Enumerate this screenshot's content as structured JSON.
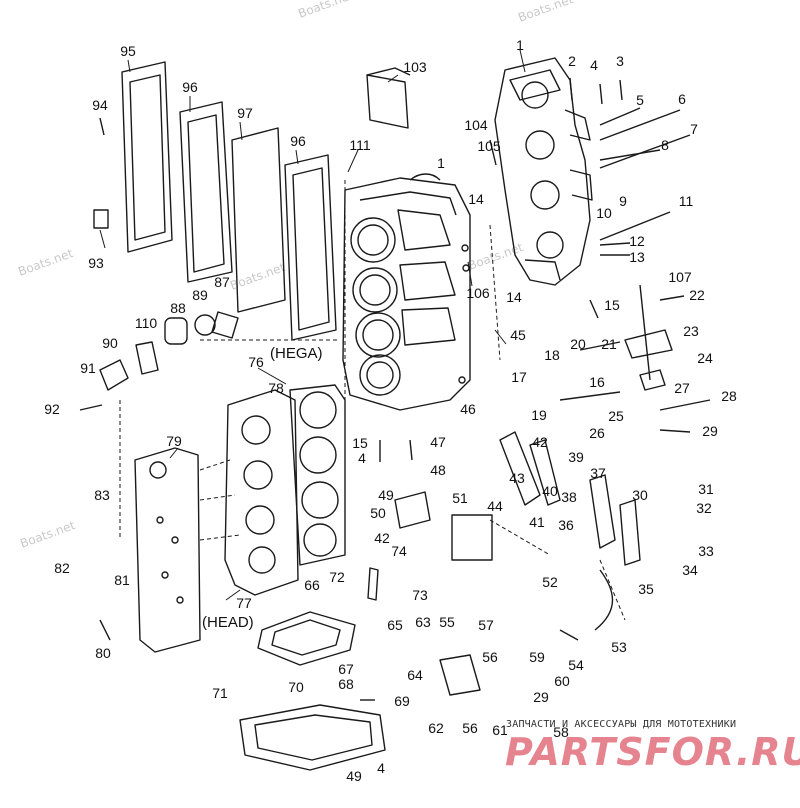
{
  "watermarks": [
    "Boats.net",
    "Boats.net",
    "Boats.net",
    "Boats.net",
    "Boats.net",
    "Boats.net"
  ],
  "brand": {
    "caption": "ЗАПЧАСТИ И АКСЕССУАРЫ ДЛЯ МОТОТЕХНИКИ",
    "logo": "PARTSFOR.RU"
  },
  "words": {
    "hega": "(HEGA)",
    "head": "(HEAD)"
  },
  "callouts": [
    "1",
    "2",
    "4",
    "3",
    "5",
    "6",
    "7",
    "8",
    "9",
    "10",
    "11",
    "12",
    "13",
    "14",
    "15",
    "1",
    "14",
    "106",
    "45",
    "103",
    "104",
    "105",
    "111",
    "95",
    "94",
    "93",
    "96",
    "97",
    "96",
    "87",
    "88",
    "89",
    "110",
    "90",
    "91",
    "92",
    "76",
    "78",
    "79",
    "83",
    "82",
    "81",
    "80",
    "77",
    "15",
    "4",
    "47",
    "48",
    "49",
    "50",
    "51",
    "52",
    "42",
    "74",
    "72",
    "73",
    "66",
    "65",
    "63",
    "55",
    "57",
    "56",
    "59",
    "60",
    "29",
    "58",
    "61",
    "56",
    "62",
    "64",
    "67",
    "68",
    "69",
    "70",
    "71",
    "4",
    "49",
    "107",
    "22",
    "23",
    "24",
    "21",
    "20",
    "18",
    "17",
    "16",
    "19",
    "27",
    "28",
    "25",
    "26",
    "42",
    "29",
    "39",
    "37",
    "38",
    "43",
    "44",
    "40",
    "41",
    "36",
    "30",
    "31",
    "32",
    "33",
    "34",
    "35",
    "53",
    "54",
    "46"
  ]
}
